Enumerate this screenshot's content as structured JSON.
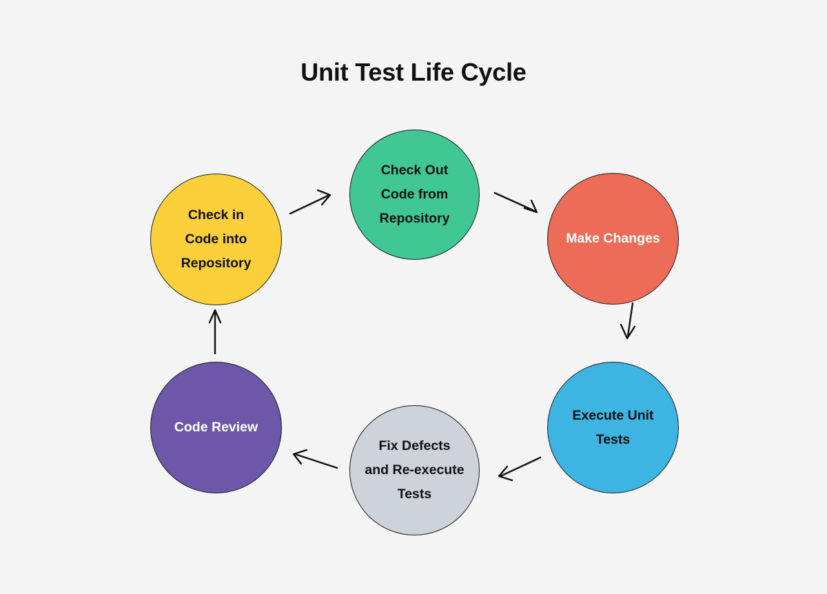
{
  "diagram": {
    "title": "Unit Test Life Cycle",
    "type": "cycle-flowchart",
    "background_color": "#f4f4f4",
    "title_color": "#111111",
    "nodes": [
      {
        "id": "check-in-code",
        "label": "Check in\nCode into\nRepository",
        "fill": "#fbd03b",
        "text_color": "#111111",
        "order": 1
      },
      {
        "id": "check-out-code",
        "label": "Check Out\nCode from\nRepository",
        "fill": "#40c794",
        "text_color": "#111111",
        "order": 2
      },
      {
        "id": "make-changes",
        "label": "Make Changes",
        "fill": "#ec6c57",
        "text_color": "#ffffff",
        "order": 3
      },
      {
        "id": "execute-unit-tests",
        "label": "Execute Unit\nTests",
        "fill": "#3eb4e2",
        "text_color": "#111111",
        "order": 4
      },
      {
        "id": "fix-defects",
        "label": "Fix Defects\nand Re-execute\nTests",
        "fill": "#ced3da",
        "text_color": "#111111",
        "order": 5
      },
      {
        "id": "code-review",
        "label": "Code Review",
        "fill": "#6c57a8",
        "text_color": "#ffffff",
        "order": 6
      }
    ],
    "connectors": [
      {
        "id": "check-in-to-check-out",
        "from": "check-in-code",
        "to": "check-out-code",
        "style": "arrow",
        "color": "#111111"
      },
      {
        "id": "check-out-to-make",
        "from": "check-out-code",
        "to": "make-changes",
        "style": "arrow",
        "color": "#111111"
      },
      {
        "id": "make-to-execute",
        "from": "make-changes",
        "to": "execute-unit-tests",
        "style": "arrow",
        "color": "#111111"
      },
      {
        "id": "execute-to-fix",
        "from": "execute-unit-tests",
        "to": "fix-defects",
        "style": "arrow",
        "color": "#111111"
      },
      {
        "id": "fix-to-review",
        "from": "fix-defects",
        "to": "code-review",
        "style": "arrow",
        "color": "#111111"
      },
      {
        "id": "review-to-check-in",
        "from": "code-review",
        "to": "check-in-code",
        "style": "arrow",
        "color": "#111111"
      }
    ]
  }
}
